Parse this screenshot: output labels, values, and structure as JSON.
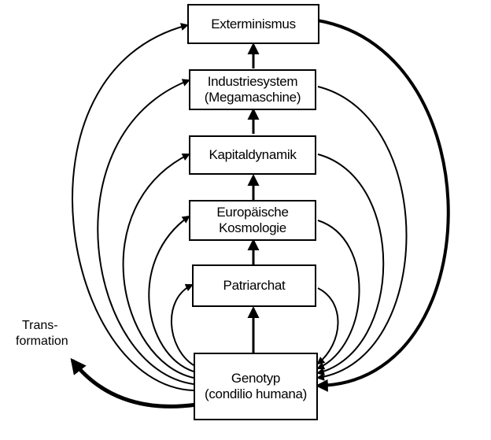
{
  "nodes": [
    {
      "id": "exterminismus",
      "lines": [
        "Exterminismus"
      ]
    },
    {
      "id": "industriesystem",
      "lines": [
        "Industriesystem",
        "(Megamaschine)"
      ]
    },
    {
      "id": "kapitaldynamik",
      "lines": [
        "Kapitaldynamik"
      ]
    },
    {
      "id": "europaeische-kosmologie",
      "lines": [
        "Europäische",
        "Kosmologie"
      ]
    },
    {
      "id": "patriarchat",
      "lines": [
        "Patriarchat"
      ]
    },
    {
      "id": "genotyp",
      "lines": [
        "Genotyp",
        "(condilio humana)"
      ]
    }
  ],
  "side_label": {
    "lines": [
      "Trans-",
      "formation"
    ]
  },
  "colors": {
    "ink": "#000000",
    "paper": "#ffffff"
  }
}
